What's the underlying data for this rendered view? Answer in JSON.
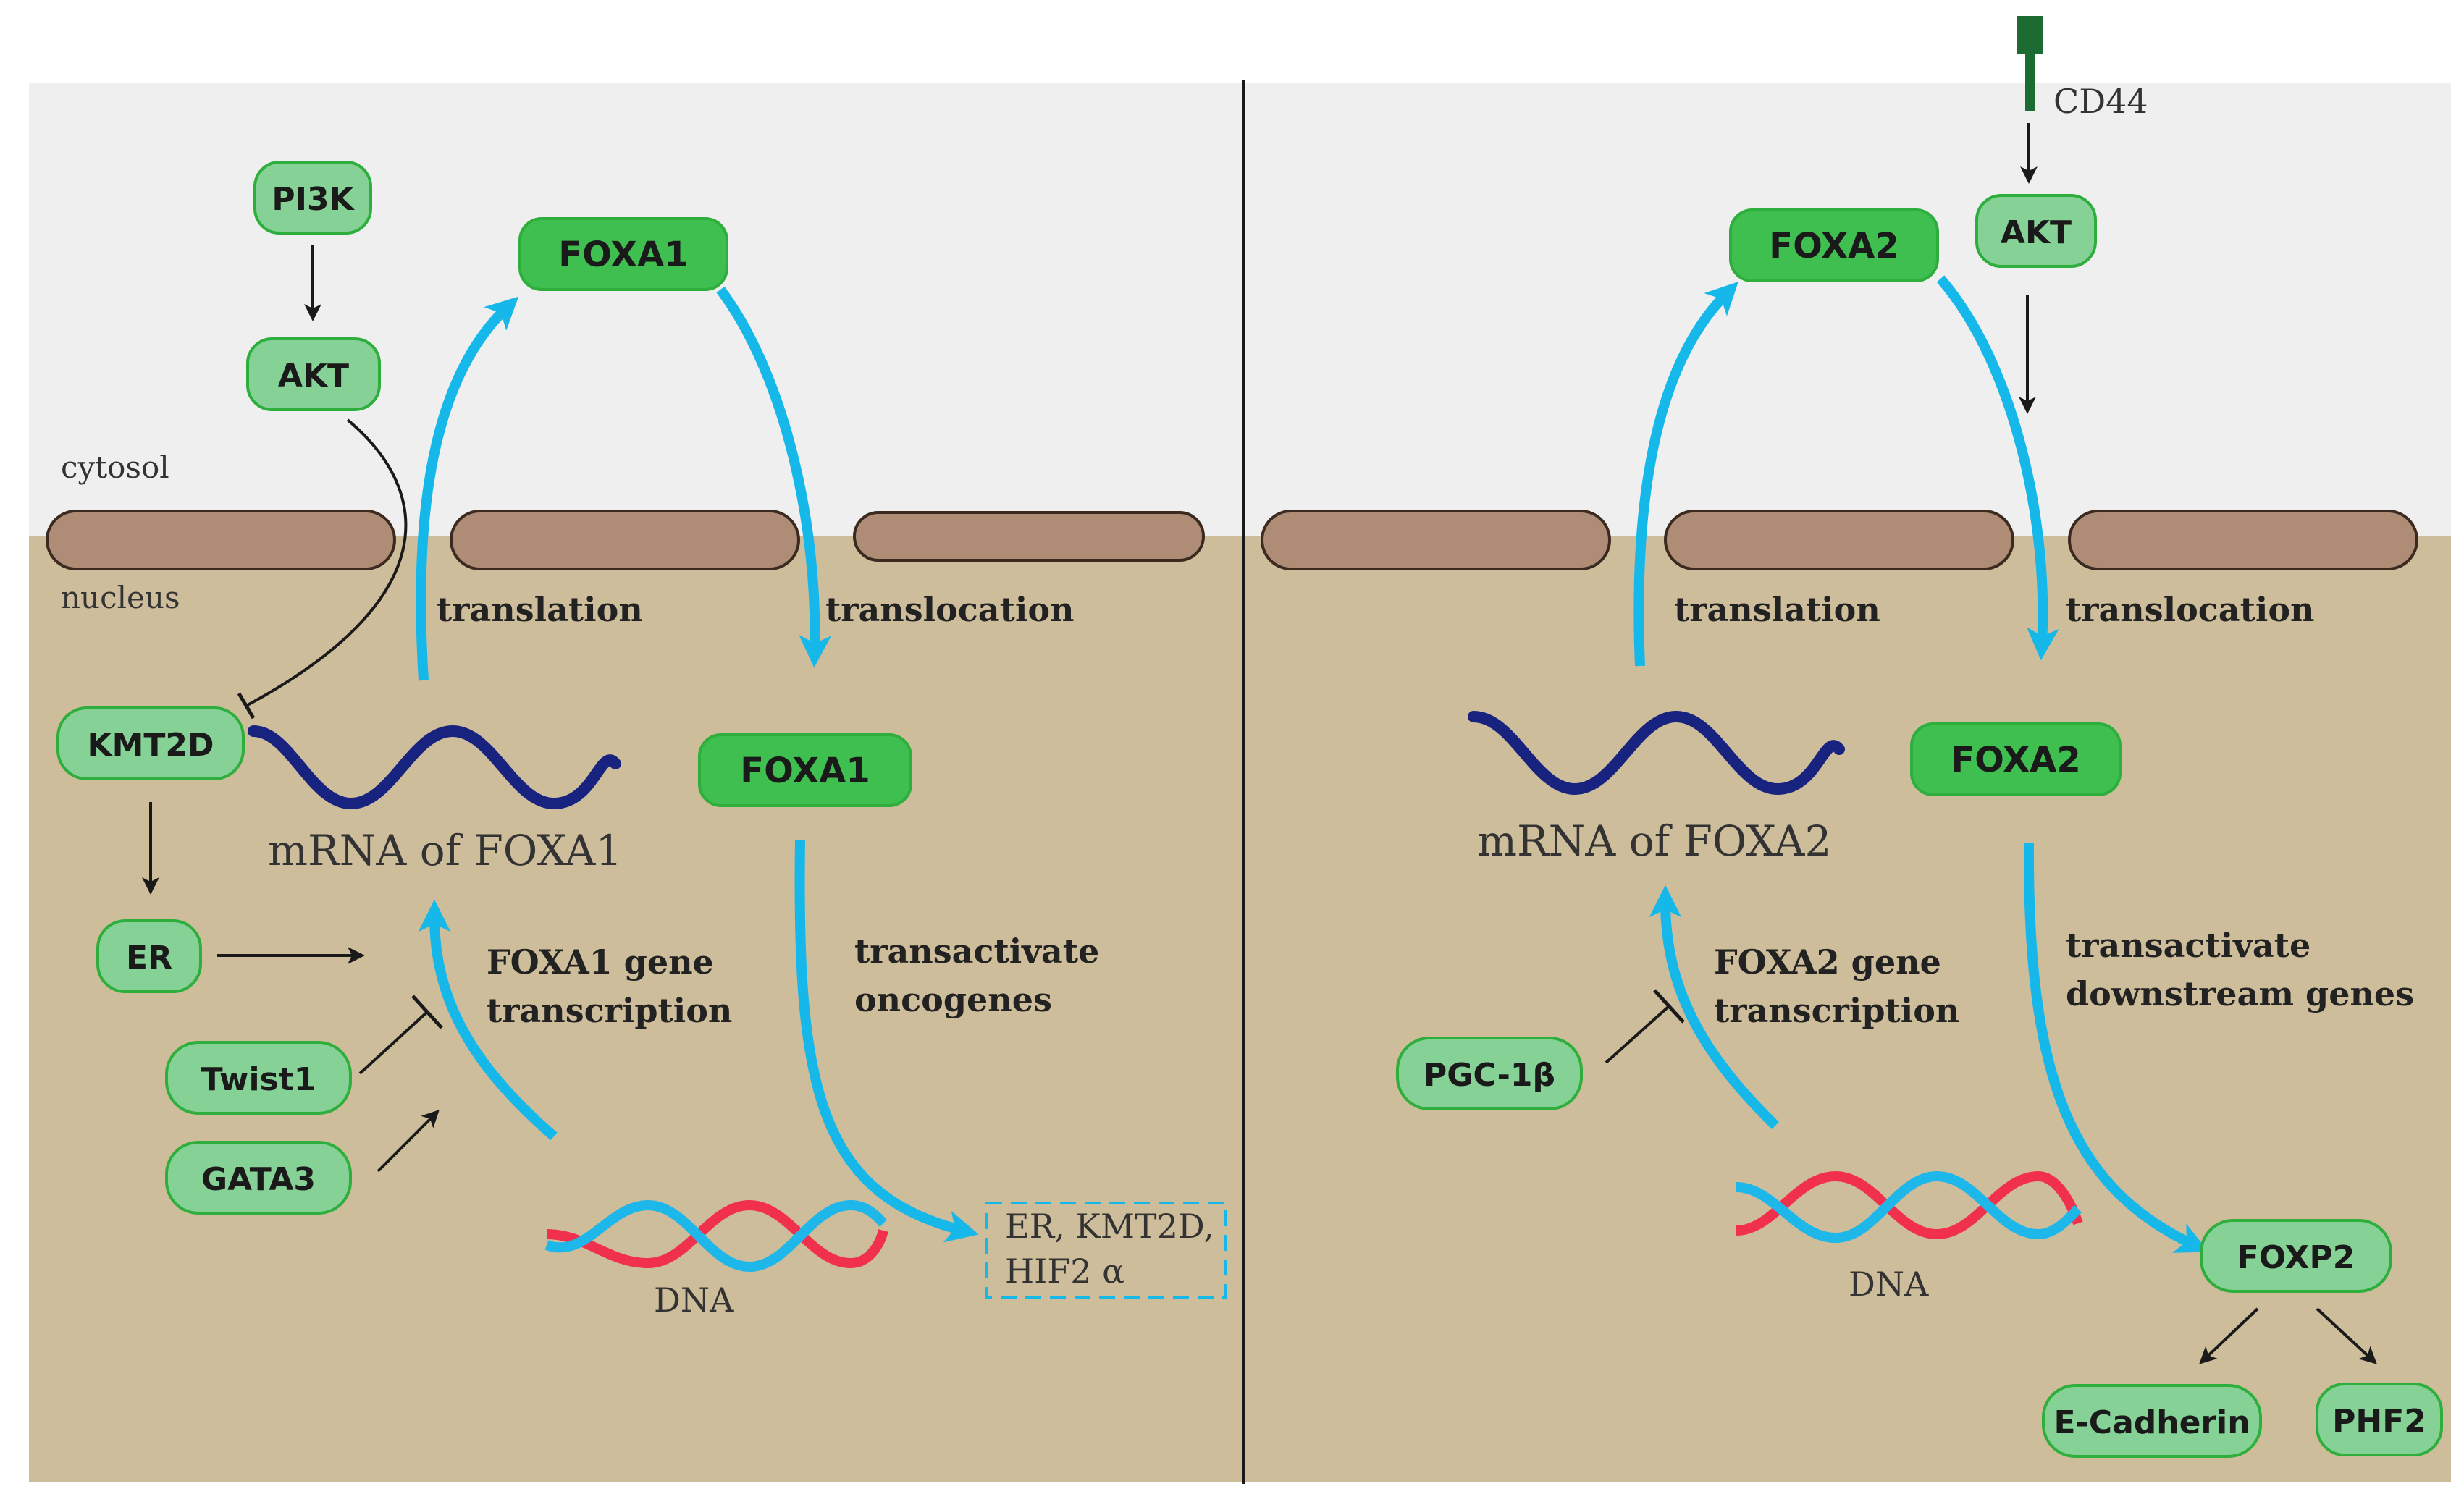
{
  "colors": {
    "cytosol": "#efefef",
    "nucleus": "#cebd9b",
    "membrane": "#ae8c76",
    "node_light": "#85d196",
    "node_dark": "#3fbf50",
    "node_border": "#2eae3c",
    "blue_arrow": "#16b8ea",
    "mrna": "#17237e",
    "dna_red": "#f1304d",
    "dna_blue": "#1eb7ea",
    "cd44": "#1b6b32"
  },
  "compartments": {
    "cytosol_label": "cytosol",
    "nucleus_label": "nucleus"
  },
  "left_panel": {
    "pi3k": "PI3K",
    "akt": "AKT",
    "foxa1_cyto": "FOXA1",
    "foxa1_nuc": "FOXA1",
    "kmt2d": "KMT2D",
    "er": "ER",
    "twist1": "Twist1",
    "gata3": "GATA3",
    "translation": "translation",
    "translocation": "translocation",
    "mrna_label": "mRNA of FOXA1",
    "transcription_line1": "FOXA1 gene",
    "transcription_line2": "transcription",
    "transactivate_line1": "transactivate",
    "transactivate_line2": "oncogenes",
    "dna_label": "DNA",
    "targets_line1": "ER, KMT2D,",
    "targets_line2": "HIF2 α"
  },
  "right_panel": {
    "cd44": "CD44",
    "akt": "AKT",
    "foxa2_cyto": "FOXA2",
    "foxa2_nuc": "FOXA2",
    "translation": "translation",
    "translocation": "translocation",
    "mrna_label": "mRNA of FOXA2",
    "transcription_line1": "FOXA2 gene",
    "transcription_line2": "transcription",
    "pgc1b": "PGC-1β",
    "transactivate_line1": "transactivate",
    "transactivate_line2": "downstream genes",
    "dna_label": "DNA",
    "foxp2": "FOXP2",
    "ecadherin": "E-Cadherin",
    "phf2": "PHF2"
  }
}
